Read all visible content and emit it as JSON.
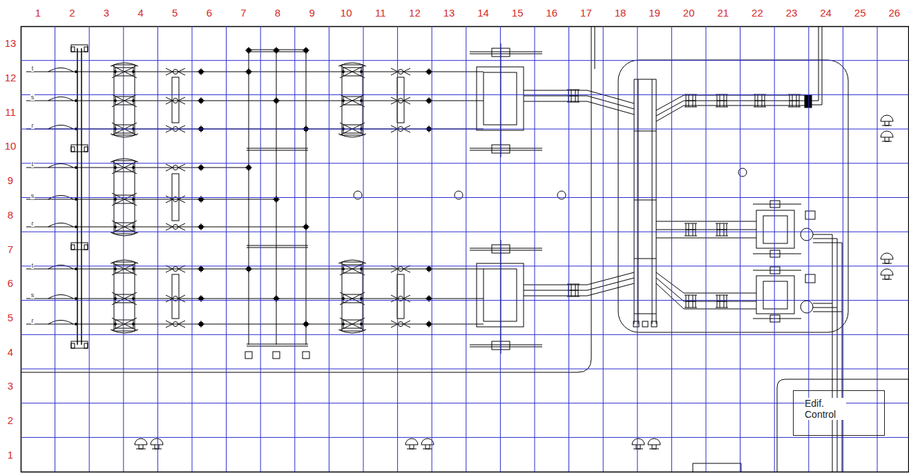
{
  "diagram": {
    "nodes": [
      {
        "text": [
          "Edif. Control"
        ]
      }
    ],
    "labels": [
      "1",
      "2",
      "3",
      "4",
      "5",
      "6",
      "7",
      "8",
      "9",
      "10",
      "11",
      "12",
      "13",
      "14",
      "15",
      "16",
      "17",
      "18",
      "19",
      "20",
      "21",
      "22",
      "23",
      "24",
      "25",
      "26",
      "13",
      "12",
      "11",
      "10",
      "9",
      "8",
      "7",
      "6",
      "5",
      "4",
      "3",
      "2",
      "1",
      "t",
      "s",
      "r",
      "t",
      "s",
      "r",
      "t",
      "s",
      "r"
    ]
  }
}
